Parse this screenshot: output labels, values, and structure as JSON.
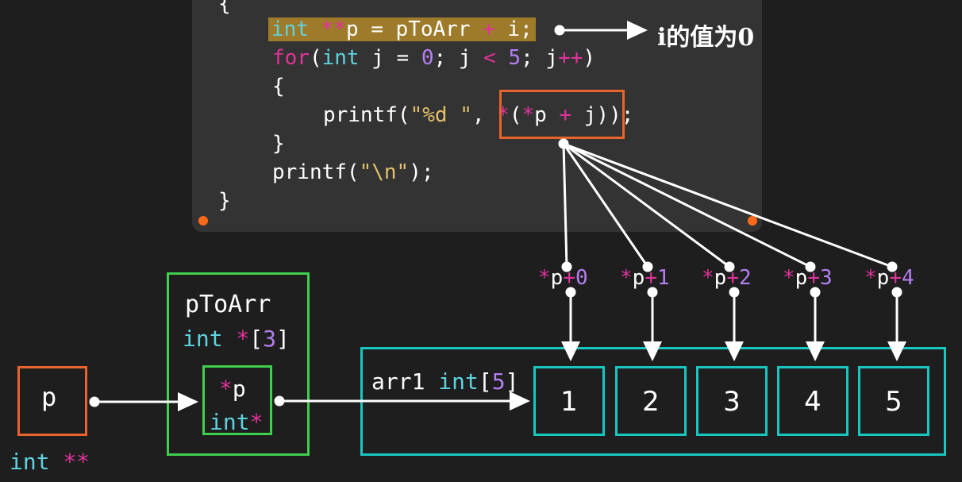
{
  "code": {
    "brace_open": "{",
    "line1": {
      "kw": "int",
      "op": "**",
      "rest": "p = pToArr ",
      "plus": "+",
      "tail": " i;"
    },
    "line2": {
      "ctl": "for",
      "a": "(",
      "kw": "int",
      "b": " j = ",
      "n0": "0",
      "c": "; j ",
      "lt": "<",
      "d": " ",
      "n5": "5",
      "e": "; j",
      "pp": "++",
      "f": ")"
    },
    "brace_inner_open": "{",
    "line4": {
      "a": "printf(",
      "s": "\"%d \"",
      "b": ", ",
      "st1": "*",
      "c": "(",
      "st2": "*",
      "d": "p ",
      "plus": "+",
      "e": " j));"
    },
    "brace_inner_close": "}",
    "line6": {
      "a": "printf(",
      "s": "\"\\n\"",
      "b": ");"
    },
    "brace_close": "}"
  },
  "annotation": "i的值为0",
  "p_box": {
    "label": "p",
    "type_kw": "int",
    "type_op": "**"
  },
  "ptoarr": {
    "name": "pToArr",
    "type_kw": "int",
    "type_op": "*",
    "type_b1": "[",
    "type_n": "3",
    "type_b2": "]"
  },
  "inner": {
    "star": "*",
    "p": "p",
    "type_kw": "int",
    "type_op": "*"
  },
  "arr1": {
    "name": "arr1",
    "type_kw": "int",
    "b1": "[",
    "n": "5",
    "b2": "]"
  },
  "cells": [
    "1",
    "2",
    "3",
    "4",
    "5"
  ],
  "pointer_labels": [
    {
      "star": "*",
      "p": "p",
      "plus": "+",
      "n": "0"
    },
    {
      "star": "*",
      "p": "p",
      "plus": "+",
      "n": "1"
    },
    {
      "star": "*",
      "p": "p",
      "plus": "+",
      "n": "2"
    },
    {
      "star": "*",
      "p": "p",
      "plus": "+",
      "n": "3"
    },
    {
      "star": "*",
      "p": "p",
      "plus": "+",
      "n": "4"
    }
  ]
}
